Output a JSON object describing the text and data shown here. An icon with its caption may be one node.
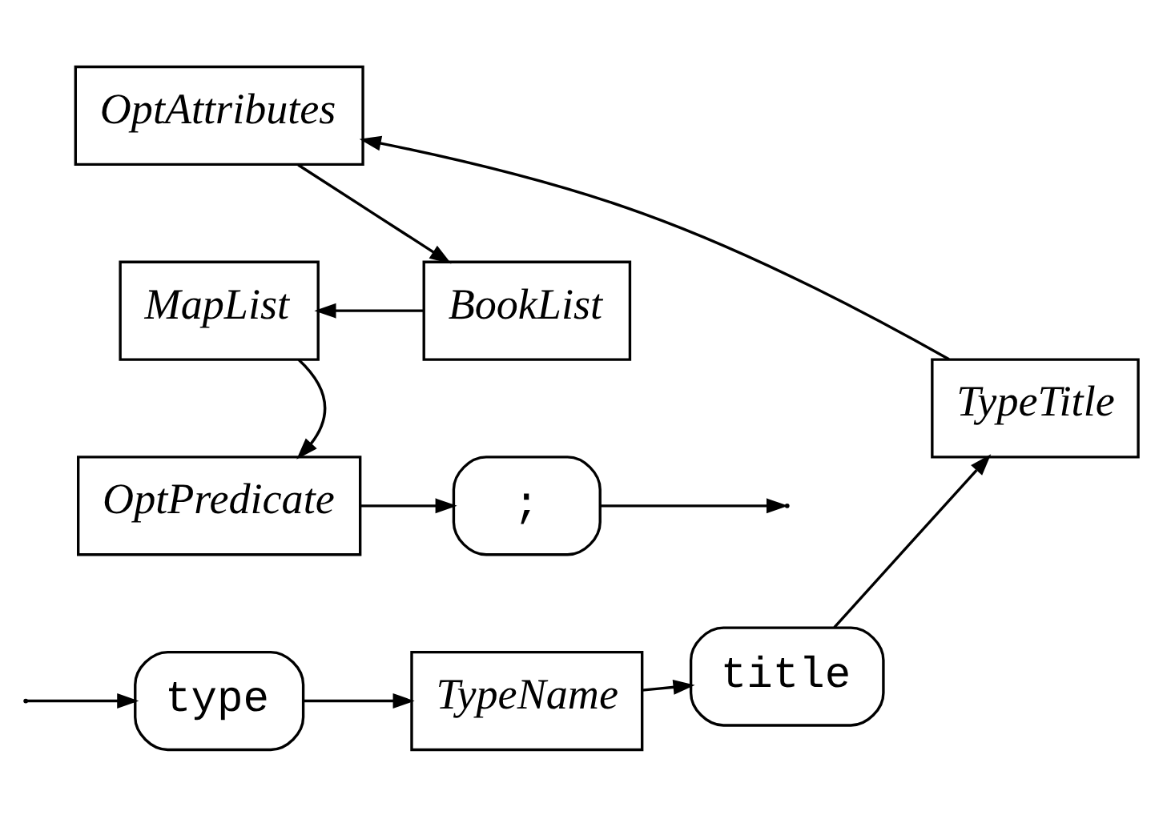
{
  "diagram": {
    "nodes": [
      {
        "text": [
          "type"
        ]
      },
      {
        "text": [
          "TypeName"
        ]
      },
      {
        "text": [
          "title"
        ]
      },
      {
        "text": [
          "TypeTitle"
        ]
      },
      {
        "text": [
          "OptAttributes"
        ]
      },
      {
        "text": [
          "BookList"
        ]
      },
      {
        "text": [
          "MapList"
        ]
      },
      {
        "text": [
          "OptPredicate"
        ]
      },
      {
        "text": [
          ";"
        ]
      }
    ],
    "edges": [
      {
        "from": null,
        "to": 0,
        "arrow": "to"
      },
      {
        "from": 0,
        "to": 1,
        "arrow": "to"
      },
      {
        "from": 1,
        "to": 2,
        "arrow": "to"
      },
      {
        "from": 2,
        "to": 3,
        "arrow": "to"
      },
      {
        "from": 3,
        "to": 4,
        "arrow": "to"
      },
      {
        "from": 4,
        "to": 5,
        "arrow": "to"
      },
      {
        "from": 5,
        "to": 6,
        "arrow": "to"
      },
      {
        "from": 6,
        "to": 7,
        "arrow": "to"
      },
      {
        "from": 7,
        "to": 8,
        "arrow": "to"
      },
      {
        "from": 8,
        "to": null,
        "arrow": "to"
      }
    ]
  }
}
